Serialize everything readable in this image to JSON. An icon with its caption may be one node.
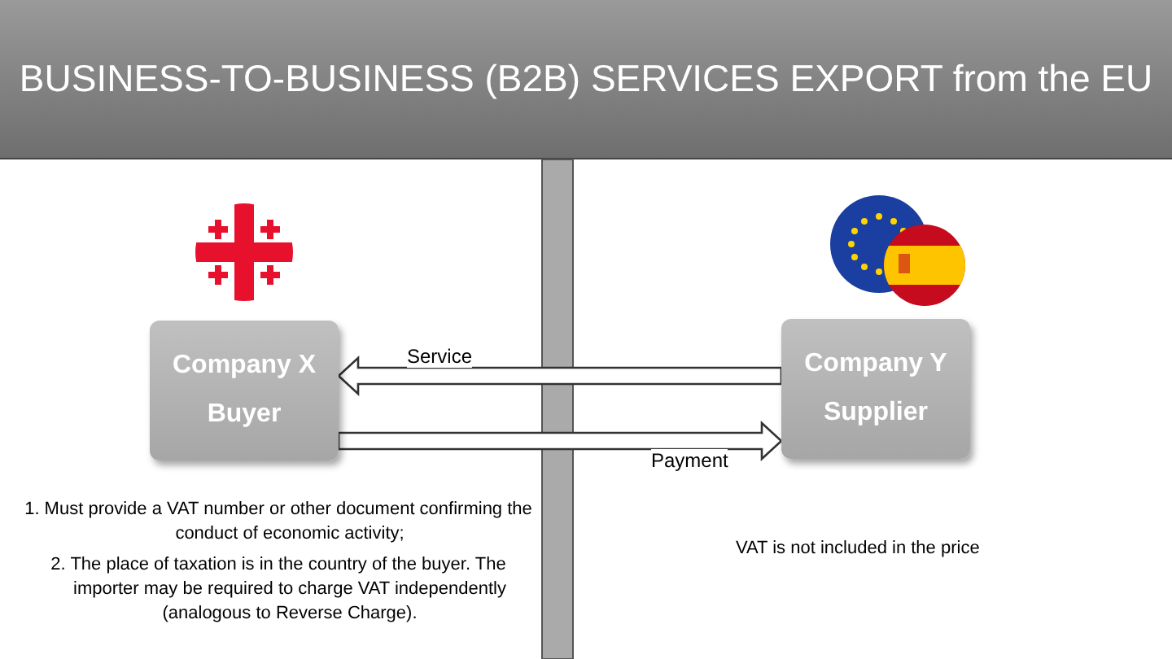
{
  "diagram": {
    "title": "BUSINESS-TO-BUSINESS (B2B) SERVICES EXPORT from the EU",
    "nodes": [
      {
        "text": [
          "Company X Buyer"
        ]
      },
      {
        "text": [
          "Company Y Supplier"
        ]
      }
    ],
    "edges": [
      {
        "from": 1,
        "to": 0,
        "arrow": "to",
        "label": "Service"
      },
      {
        "from": 0,
        "to": 1,
        "arrow": "to",
        "label": "Payment"
      }
    ],
    "labels": [
      "1. Must provide a VAT number or other document confirming the conduct of economic activity;",
      "2. The place of taxation is in the country of the buyer. The importer may be required to charge VAT independently (analogous to Reverse Charge).",
      "VAT is not included in the price"
    ]
  }
}
